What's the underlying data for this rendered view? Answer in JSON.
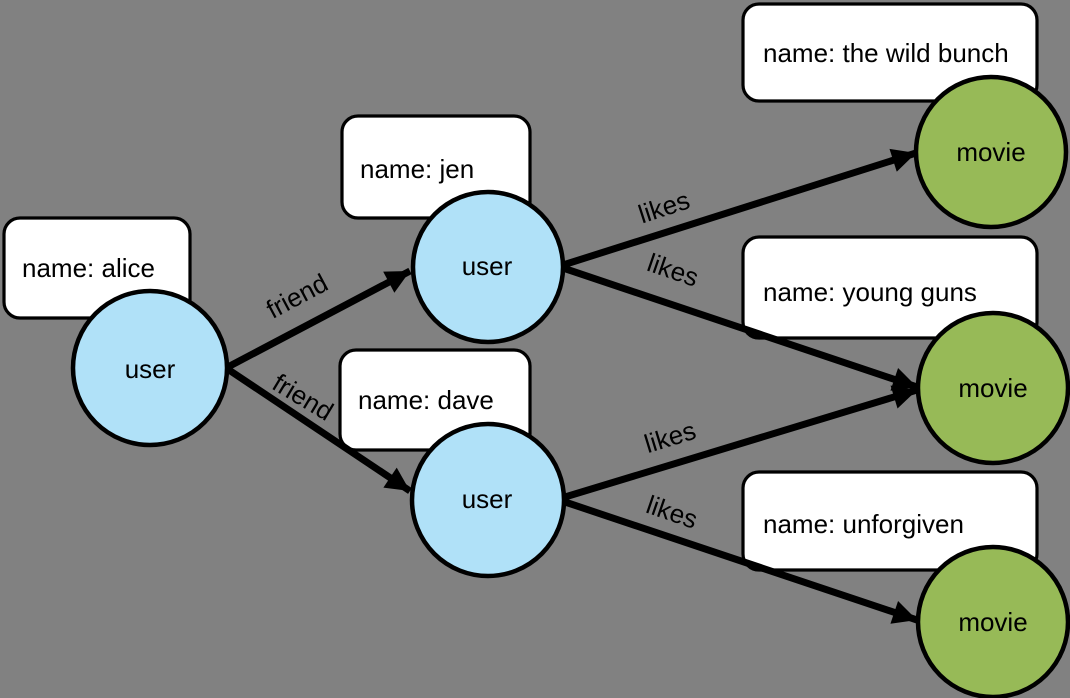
{
  "diagram": {
    "type": "graph",
    "colors": {
      "background": "#818181",
      "user_node_fill": "#B0E1F8",
      "movie_node_fill": "#97BA57",
      "box_fill": "#FFFFFF",
      "outline": "#000000",
      "edge_color": "#000000"
    },
    "nodes": [
      {
        "id": "alice",
        "label": "user",
        "property": "name: alice"
      },
      {
        "id": "jen",
        "label": "user",
        "property": "name: jen"
      },
      {
        "id": "dave",
        "label": "user",
        "property": "name: dave"
      },
      {
        "id": "the-wild-bunch",
        "label": "movie",
        "property": "name: the wild bunch"
      },
      {
        "id": "young-guns",
        "label": "movie",
        "property": "name: young guns"
      },
      {
        "id": "unforgiven",
        "label": "movie",
        "property": "name: unforgiven"
      }
    ],
    "edges": [
      {
        "from": "alice",
        "to": "jen",
        "label": "friend"
      },
      {
        "from": "alice",
        "to": "dave",
        "label": "friend"
      },
      {
        "from": "jen",
        "to": "the-wild-bunch",
        "label": "likes"
      },
      {
        "from": "jen",
        "to": "young-guns",
        "label": "likes"
      },
      {
        "from": "dave",
        "to": "young-guns",
        "label": "likes"
      },
      {
        "from": "dave",
        "to": "unforgiven",
        "label": "likes"
      }
    ]
  }
}
